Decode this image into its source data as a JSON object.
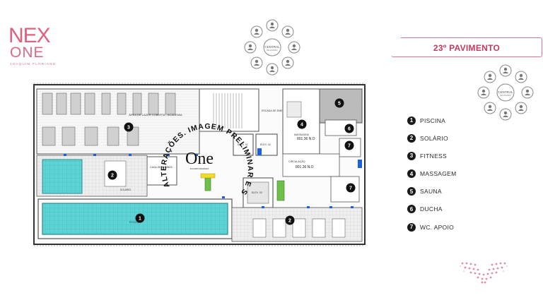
{
  "brand": {
    "name_top": "NEX",
    "name_bottom": "ONE",
    "tagline": "JOAQUIM FLORIANO"
  },
  "central_label": "CENTRAL",
  "central_sub": "DE MAIORIA",
  "floor": {
    "title": "23º PAVIMENTO"
  },
  "legend": [
    {
      "num": "1",
      "label": "PISCINA"
    },
    {
      "num": "2",
      "label": "SOLÁRIO"
    },
    {
      "num": "3",
      "label": "FITNESS"
    },
    {
      "num": "4",
      "label": "MASSAGEM"
    },
    {
      "num": "5",
      "label": "SAUNA"
    },
    {
      "num": "6",
      "label": "DUCHA"
    },
    {
      "num": "7",
      "label": "WC. APOIO"
    }
  ],
  "plan": {
    "watermark_arc": "ALTERAÇÕES. IMAGEM PRELIMINAR E SUJEITA",
    "watermark_one": "One",
    "watermark_sub": "INCORPORADORA",
    "labels": {
      "fitness_room": "ÁREA DE LAZER COBERTA - ACADEMIA",
      "massage_room": "MASSAGEM",
      "circulation": "CIRCULAÇÃO",
      "level": "801.36 N.O",
      "stairs": "ESCADA DE EMERGÊNCIA",
      "pump_room": "CASA DE BOMBAS",
      "elev1": "ELEV. 01",
      "elev2": "ELEV. 02",
      "elev3": "ELEV. 03",
      "solarium": "SOLÁRIO",
      "pool": "PISCINA"
    },
    "markers": [
      "1",
      "2",
      "3",
      "4",
      "5",
      "6",
      "7",
      "2",
      "7"
    ]
  }
}
